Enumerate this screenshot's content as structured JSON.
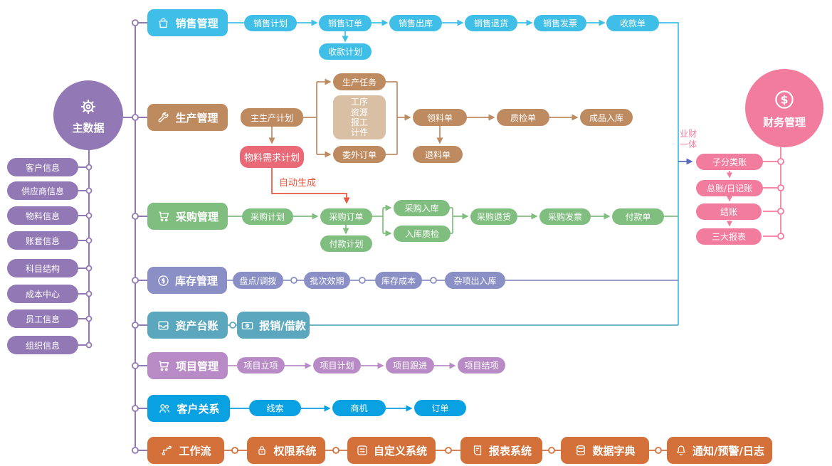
{
  "colors": {
    "sales": "#3FBFE8",
    "production": "#BE8A60",
    "production_sub": "#D9BFA3",
    "mrp": "#E96A76",
    "auto_note": "#E8573F",
    "purchase": "#7FBE7F",
    "inventory": "#8A8FC5",
    "asset": "#5BA8BE",
    "project": "#B98BC6",
    "crm": "#0AA1E2",
    "workflow": "#D4713B",
    "master": "#9378B6",
    "finance": "#F27C9E",
    "finance_link_arrow": "#5B6BC0"
  },
  "master": {
    "label": "主数据",
    "icon": "gear-icon",
    "items": [
      "客户信息",
      "供应商信息",
      "物料信息",
      "账套信息",
      "科目结构",
      "成本中心",
      "员工信息",
      "组织信息"
    ]
  },
  "finance": {
    "label": "财务管理",
    "icon": "dollar-circle-icon",
    "link_label": "业财\n一体",
    "items": [
      "子分类账",
      "总账/日记账",
      "结账",
      "三大报表"
    ]
  },
  "rows": {
    "sales": {
      "header": "销售管理",
      "icon": "shopping-bag-icon",
      "items": [
        "销售计划",
        "销售订单",
        "销售出库",
        "销售退货",
        "销售发票",
        "收款单",
        "收款计划"
      ]
    },
    "production": {
      "header": "生产管理",
      "icon": "wrench-icon",
      "items": [
        "主生产计划",
        "物料需求计划",
        "生产任务",
        "委外订单",
        "领料单",
        "退料单",
        "质检单",
        "成品入库"
      ],
      "process": [
        "工序",
        "资源",
        "报工",
        "计件"
      ],
      "note": "自动生成"
    },
    "purchase": {
      "header": "采购管理",
      "icon": "cart-icon",
      "items": [
        "采购计划",
        "采购订单",
        "付款计划",
        "采购入库",
        "入库质检",
        "采购退货",
        "采购发票",
        "付款单"
      ]
    },
    "inventory": {
      "header": "库存管理",
      "icon": "dollar-circle-icon",
      "items": [
        "盘点/调拨",
        "批次效期",
        "库存成本",
        "杂项出入库"
      ]
    },
    "asset": {
      "header": "资产台账",
      "icon": "inbox-icon",
      "items": [
        "报销/借款"
      ],
      "item_icon": "banknote-icon"
    },
    "project": {
      "header": "项目管理",
      "icon": "cart-icon",
      "items": [
        "项目立项",
        "项目计划",
        "项目跟进",
        "项目结项"
      ]
    },
    "crm": {
      "header": "客户关系",
      "icon": "people-icon",
      "items": [
        "线索",
        "商机",
        "订单"
      ]
    },
    "workflow": {
      "header": "工作流",
      "icon": "flow-icon",
      "items": [
        "权限系统",
        "自定义系统",
        "报表系统",
        "数据字典",
        "通知/预警/日志"
      ],
      "item_icons": [
        "lock-icon",
        "sliders-icon",
        "document-icon",
        "database-icon",
        "bell-icon"
      ]
    }
  }
}
